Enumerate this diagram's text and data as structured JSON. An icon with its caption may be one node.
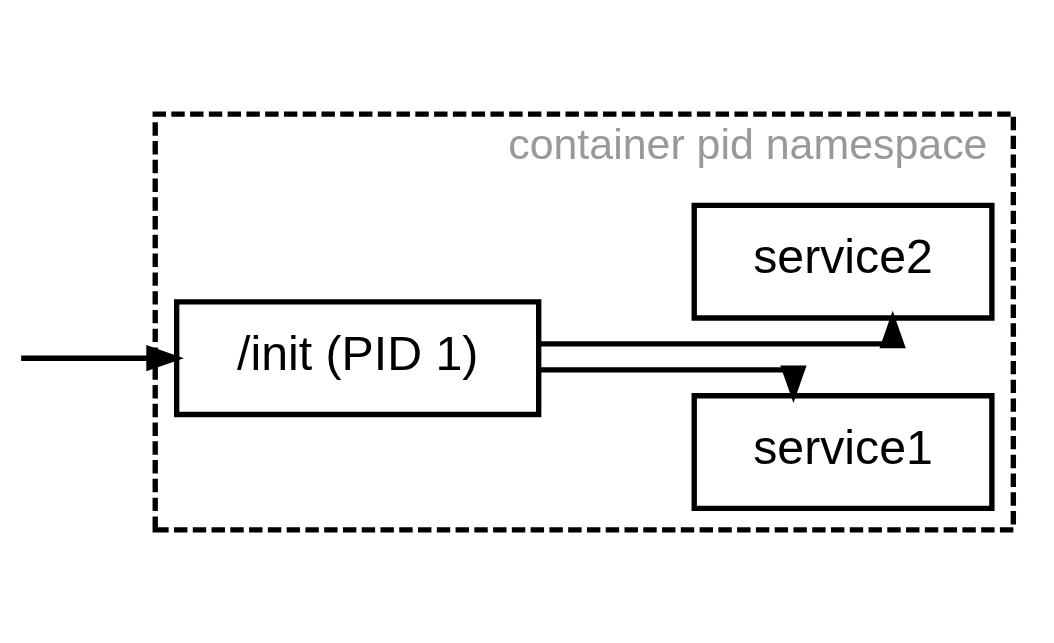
{
  "diagram": {
    "nodes": [
      {
        "text": [
          "container pid namespace"
        ]
      },
      {
        "text": [
          "/init (PID 1)"
        ],
        "in": 0
      },
      {
        "text": [
          "service1"
        ],
        "in": 0
      },
      {
        "text": [
          "service2"
        ],
        "in": 0
      }
    ],
    "edges": [
      {
        "from": null,
        "to": 1,
        "arrow": "to"
      },
      {
        "from": 1,
        "to": 2,
        "arrow": "to"
      },
      {
        "from": 1,
        "to": 3,
        "arrow": "to"
      }
    ]
  }
}
